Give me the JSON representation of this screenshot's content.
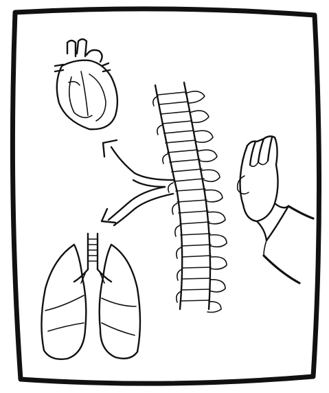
{
  "illustration": {
    "subject": "spine-heart-lungs-chiropractic-sketch",
    "style": "black-ink-line-drawing",
    "colors": {
      "ink": "#111111",
      "paper": "#ffffff"
    },
    "icons": [
      "heart-icon",
      "lungs-icon",
      "spine-icon",
      "hand-icon",
      "arrow-up-left-icon",
      "arrow-down-left-icon"
    ],
    "vertebrae_count": 17
  }
}
